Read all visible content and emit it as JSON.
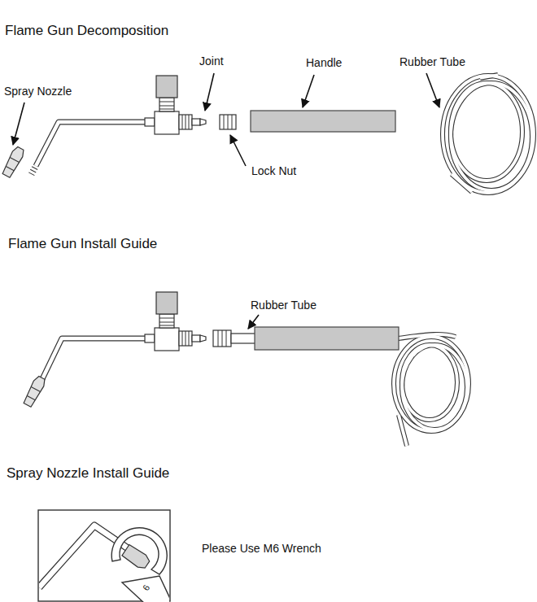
{
  "diagram": {
    "labels": [
      "Flame Gun Decomposition",
      "Spray Nozzle",
      "Joint",
      "Handle",
      "Rubber Tube",
      "Lock Nut",
      "Flame Gun Install Guide",
      "Rubber Tube",
      "Spray Nozzle Install Guide",
      "Please Use M6 Wrench",
      "6"
    ]
  }
}
